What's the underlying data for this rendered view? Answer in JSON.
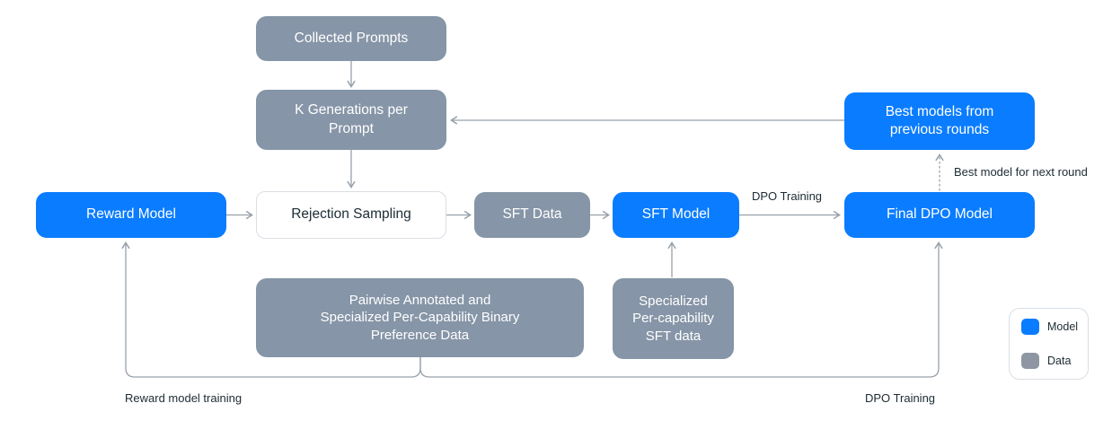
{
  "diagram_title": "Model training flow diagram",
  "colors": {
    "model_blue": "#0a7cff",
    "data_gray": "#8695a7",
    "legend_data_gray": "#8d96a2",
    "process_bg": "#ffffff",
    "process_border": "#dadfe4",
    "wire_gray": "#98a1ab",
    "text_dark": "#1c2b33",
    "text_on_box": "#ffffff",
    "background": "#ffffff"
  },
  "nodes": {
    "collected_prompts": {
      "label": "Collected Prompts",
      "type": "data"
    },
    "k_generations": {
      "type": "data",
      "lines": [
        "K Generations per",
        "Prompt"
      ]
    },
    "reward_model": {
      "label": "Reward Model",
      "type": "model"
    },
    "rejection_sampling": {
      "label": "Rejection Sampling",
      "type": "process"
    },
    "sft_data": {
      "label": "SFT Data",
      "type": "data"
    },
    "sft_model": {
      "label": "SFT Model",
      "type": "model"
    },
    "final_dpo_model": {
      "label": "Final DPO Model",
      "type": "model"
    },
    "best_models": {
      "type": "model",
      "lines": [
        "Best models from",
        "previous rounds"
      ]
    },
    "pairwise_preference_data": {
      "type": "data",
      "lines": [
        "Pairwise Annotated and",
        "Specialized Per-Capability Binary",
        "Preference Data"
      ]
    },
    "specialized_sft_data": {
      "type": "data",
      "lines": [
        "Specialized",
        "Per-capability",
        "SFT data"
      ]
    }
  },
  "edge_labels": {
    "dpo_training_top": "DPO Training",
    "best_model_next_round": "Best model for next round",
    "reward_model_training": "Reward model training",
    "dpo_training_bottom": "DPO Training"
  },
  "legend": {
    "model": "Model",
    "data": "Data"
  }
}
